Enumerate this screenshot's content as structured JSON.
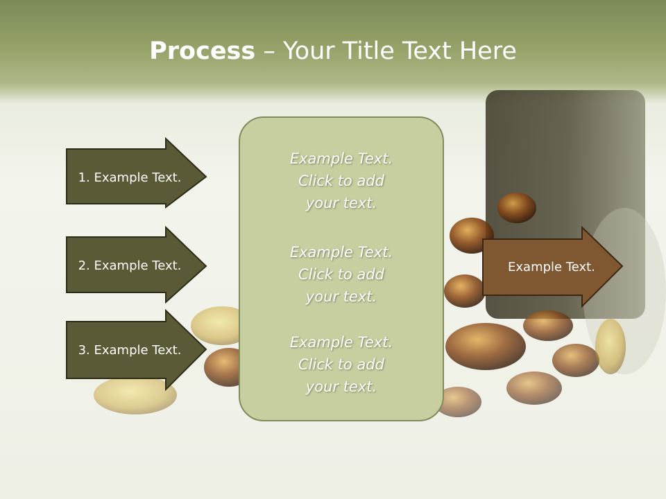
{
  "title": {
    "bold": "Process",
    "rest": " – Your Title Text Here"
  },
  "left_steps": [
    {
      "label": "1. Example Text."
    },
    {
      "label": "2. Example Text."
    },
    {
      "label": "3. Example Text."
    }
  ],
  "center_panel": {
    "blocks": [
      {
        "line1": "Example Text.",
        "line2": "Click  to add",
        "line3": "your text."
      },
      {
        "line1": "Example Text.",
        "line2": "Click  to add",
        "line3": "your text."
      },
      {
        "line1": "Example Text.",
        "line2": "Click  to add",
        "line3": "your text."
      }
    ]
  },
  "right_arrow": {
    "label": "Example Text."
  },
  "colors": {
    "step_fill": "#5b5a36",
    "panel_fill": "#c7ce9f",
    "right_arrow_fill": "#7f5731",
    "title_band": "#8f9c62"
  }
}
